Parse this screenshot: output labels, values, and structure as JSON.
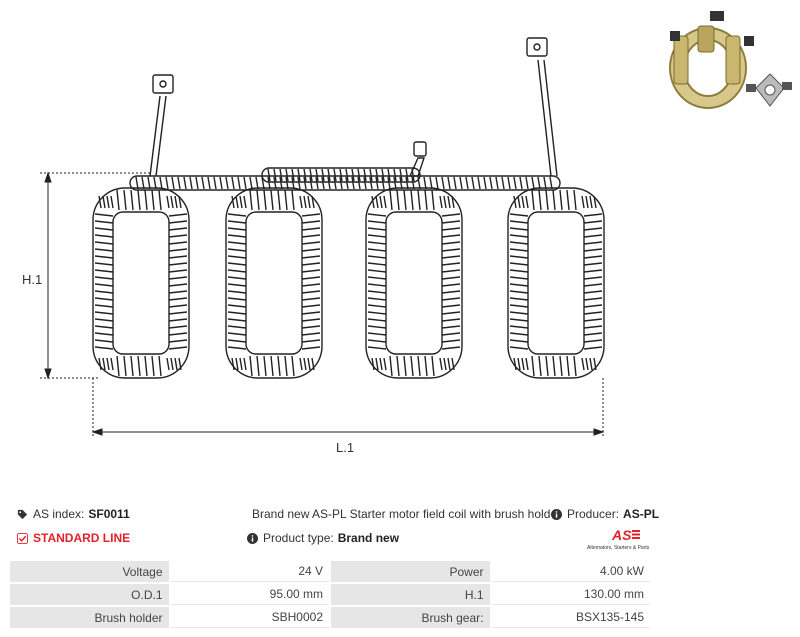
{
  "drawing": {
    "h_label": "H.1",
    "l_label": "L.1"
  },
  "info": {
    "index_label": "AS index:",
    "index_value": "SF0011",
    "line_label": "STANDARD LINE",
    "description": "Brand new AS-PL Starter motor field coil with brush holde",
    "product_type_label": "Product type:",
    "product_type_value": "Brand new",
    "producer_label": "Producer:",
    "producer_value": "AS-PL"
  },
  "logo": {
    "mark": "AS",
    "tagline": "Alternators, Starters & Parts"
  },
  "specs": [
    {
      "k1": "Voltage",
      "v1": "24 V",
      "k2": "Power",
      "v2": "4.00 kW"
    },
    {
      "k1": "O.D.1",
      "v1": "95.00 mm",
      "k2": "H.1",
      "v2": "130.00 mm"
    },
    {
      "k1": "Brush holder",
      "v1": "SBH0002",
      "k2": "Brush gear:",
      "v2": "BSX135-145"
    }
  ],
  "colors": {
    "accent_red": "#e3222b",
    "table_key_bg": "#e6e6e6"
  }
}
